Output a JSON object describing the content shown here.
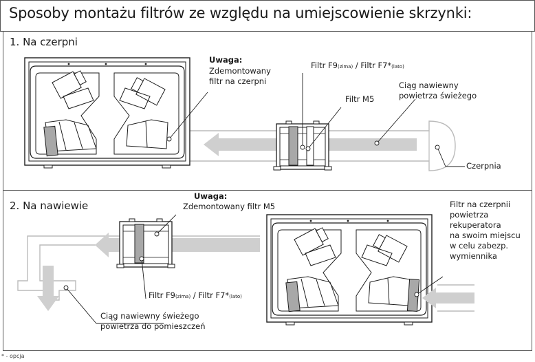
{
  "title": "Sposoby montażu filtrów ze względu na umiejscowienie skrzynki:",
  "section1": {
    "title": "1. Na czerpni",
    "note_title": "Uwaga:",
    "note_lines": [
      "Zdemontowany",
      "filtr na czerpni"
    ],
    "filter_main": "Filtr F9",
    "filter_main_sub": "(zima)",
    "filter_sep": " / Filtr F7*",
    "filter_alt_sub": "(lato)",
    "filter_m5": "Filtr M5",
    "airflow_lines": [
      "Ciąg nawiewny",
      "powietrza świeżego"
    ],
    "intake": "Czerpnia"
  },
  "section2": {
    "title": "2. Na nawiewie",
    "note_title": "Uwaga:",
    "note_text": "Zdemontowany filtr M5",
    "filter_main": "Filtr F9",
    "filter_main_sub": "(zima)",
    "filter_sep": " / Filtr F7*",
    "filter_alt_sub": "(lato)",
    "intake_filter_lines": [
      "Filtr na czerpnii",
      "powietrza",
      "rekuperatora",
      "na swoim miejscu",
      "w celu zabezp.",
      "wymiennika"
    ],
    "airflow_lines": [
      "Ciąg nawiewny świeżego",
      "powietrza do pomieszczeń"
    ]
  },
  "footnote": "* - opcja",
  "colors": {
    "line": "#1e1e1e",
    "arrow_fill": "#cfcfcf",
    "filter_fill": "#a8a8a8",
    "duct": "#bbbbbb",
    "border": "#555555"
  }
}
